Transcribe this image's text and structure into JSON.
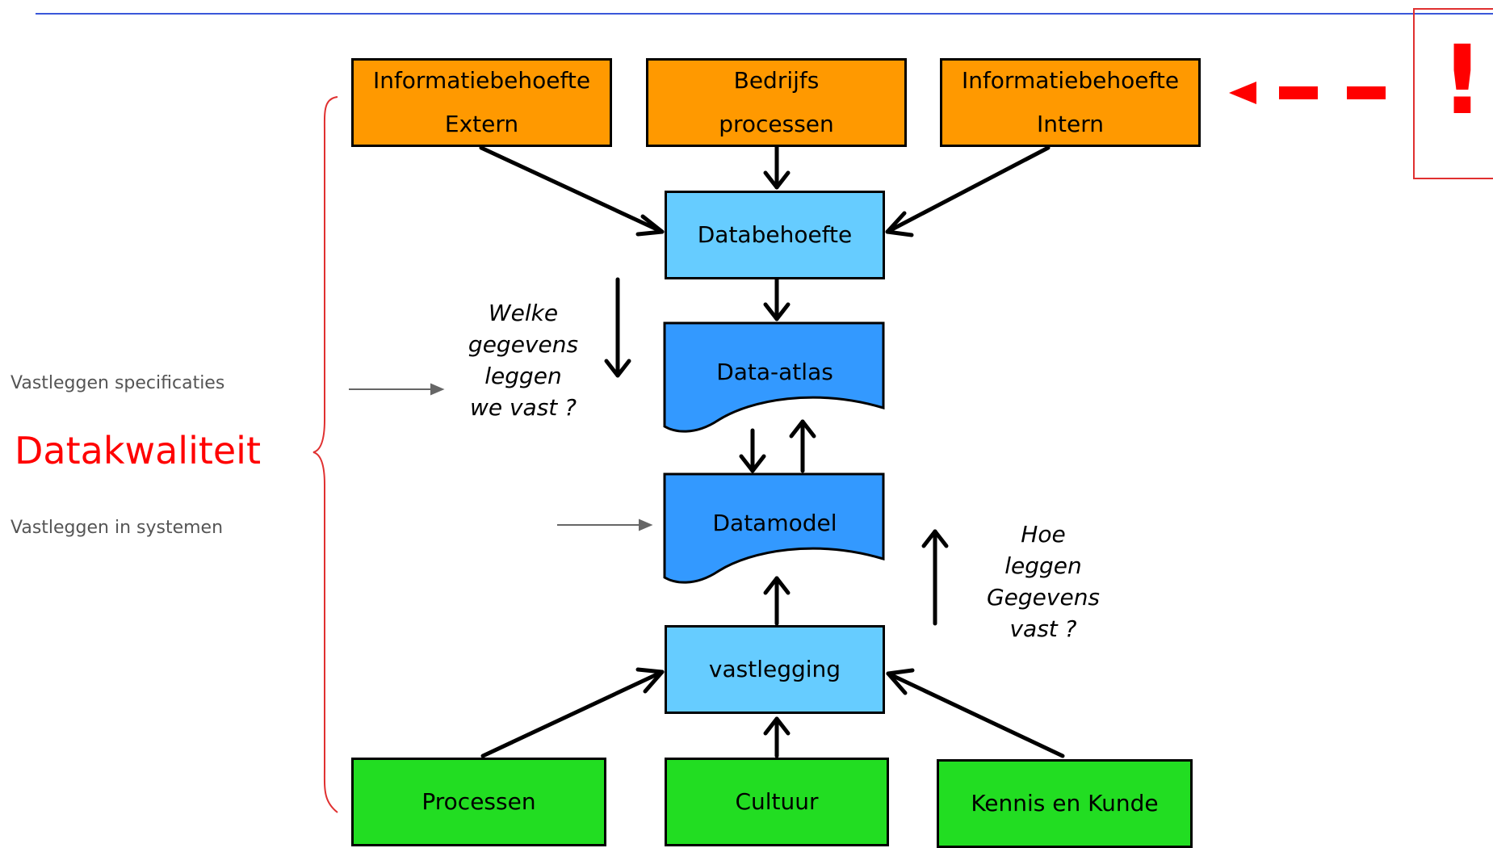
{
  "boxes": {
    "info_extern": {
      "line1": "Informatiebehoefte",
      "line2": "Extern"
    },
    "bedrijfs": {
      "line1": "Bedrijfs",
      "line2": "processen"
    },
    "info_intern": {
      "line1": "Informatiebehoefte",
      "line2": "Intern"
    },
    "databehoefte": "Databehoefte",
    "data_atlas": "Data-atlas",
    "datamodel": "Datamodel",
    "vastlegging": "vastlegging",
    "processen": "Processen",
    "cultuur": "Cultuur",
    "kennis": "Kennis en Kunde"
  },
  "questions": {
    "welke": [
      "Welke",
      "gegevens",
      "leggen",
      "we vast ?"
    ],
    "hoe": [
      "Hoe",
      "leggen",
      "Gegevens",
      "vast ?"
    ]
  },
  "side": {
    "spec": "Vastleggen specificaties",
    "title": "Datakwaliteit",
    "systemen": "Vastleggen in systemen"
  },
  "warning": {
    "symbol": "!"
  },
  "colors": {
    "orange": "#ff9900",
    "light_blue": "#66ccff",
    "mid_blue": "#3399ff",
    "green": "#22dd22",
    "red": "#ff0000",
    "line_blue": "#3a57d9"
  }
}
